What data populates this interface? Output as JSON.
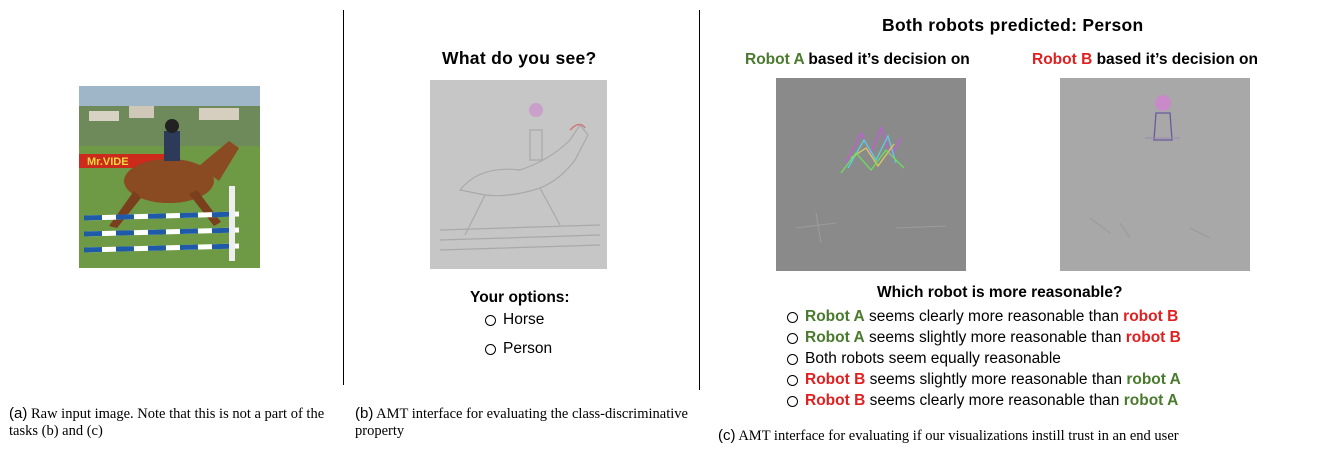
{
  "panel_a": {
    "caption_tag": "(a)",
    "caption_text": "Raw input image. Note that this is not a part of the tasks (b) and (c)"
  },
  "panel_b": {
    "title": "What do you see?",
    "options_label": "Your options:",
    "options": [
      "Horse",
      "Person"
    ],
    "caption_tag": "(b)",
    "caption_text": "AMT interface for evaluating the class-discriminative property"
  },
  "panel_c": {
    "title": "Both robots predicted: Person",
    "robot_a_label": "Robot A",
    "robot_b_label": "Robot B",
    "decision_suffix": "based it’s decision on",
    "question": "Which robot is more reasonable?",
    "options": [
      {
        "lead": "Robot A",
        "lead_color": "green",
        "middle": "seems clearly more reasonable than",
        "tail": "robot B",
        "tail_color": "red"
      },
      {
        "lead": "Robot A",
        "lead_color": "green",
        "middle": "seems slightly more reasonable than",
        "tail": "robot B",
        "tail_color": "red"
      },
      {
        "lead": "",
        "lead_color": "",
        "middle": "Both robots seem equally reasonable",
        "tail": "",
        "tail_color": ""
      },
      {
        "lead": "Robot B",
        "lead_color": "red",
        "middle": "seems slightly more reasonable than",
        "tail": "robot A",
        "tail_color": "green"
      },
      {
        "lead": "Robot B",
        "lead_color": "red",
        "middle": "seems clearly more reasonable than",
        "tail": "robot A",
        "tail_color": "green"
      }
    ],
    "caption_tag": "(c)",
    "caption_text": "AMT interface for evaluating if our visualizations instill trust in an end user"
  },
  "colors": {
    "green": "#4a7a2e",
    "red": "#e02020"
  }
}
